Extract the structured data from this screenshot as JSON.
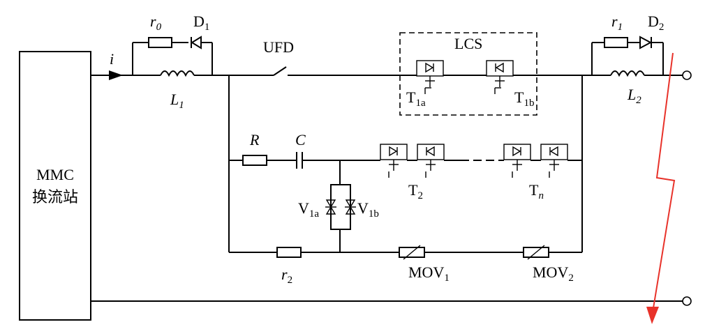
{
  "station": {
    "line1": "MMC",
    "line2": "换流站"
  },
  "labels": {
    "current": "i",
    "r0_main": "r",
    "r0_sub": "0",
    "d1_main": "D",
    "d1_sub": "1",
    "l1_main": "L",
    "l1_sub": "1",
    "ufd": "UFD",
    "lcs": "LCS",
    "t1a_main": "T",
    "t1a_sub": "1a",
    "t1b_main": "T",
    "t1b_sub": "1b",
    "r1_main": "r",
    "r1_sub": "1",
    "d2_main": "D",
    "d2_sub": "2",
    "l2_main": "L",
    "l2_sub": "2",
    "R": "R",
    "C": "C",
    "t2_main": "T",
    "t2_sub": "2",
    "tn_main": "T",
    "tn_sub": "n",
    "v1a_main": "V",
    "v1a_sub": "1a",
    "v1b_main": "V",
    "v1b_sub": "1b",
    "r2_main": "r",
    "r2_sub": "2",
    "mov1_main": "MOV",
    "mov1_sub": "1",
    "mov2_main": "MOV",
    "mov2_sub": "2"
  },
  "colors": {
    "line": "#000000",
    "fault": "#e8322a"
  }
}
